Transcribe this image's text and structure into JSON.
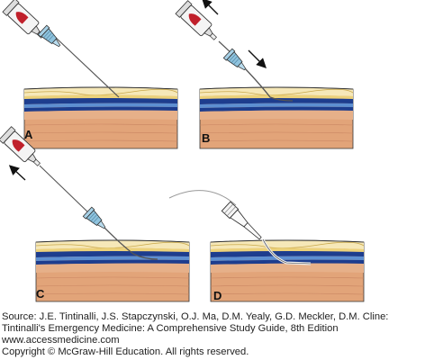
{
  "panels": {
    "a": "A",
    "b": "B",
    "c": "C",
    "d": "D"
  },
  "caption": {
    "source_line": "Source: J.E. Tintinalli, J.S. Stapczynski, O.J. Ma, D.M. Yealy, G.D. Meckler, D.M. Cline:",
    "title_line": "Tintinalli's Emergency Medicine: A Comprehensive Study Guide, 8th Edition",
    "url_line": "www.accessmedicine.com",
    "copyright_line": "Copyright © McGraw-Hill Education.  All rights reserved."
  },
  "colors": {
    "skin_top": "#f1e3b4",
    "fat": "#ecd27a",
    "vessel_dark": "#1d3d8e",
    "vessel_light": "#4f7ec8",
    "muscle": "#e2a479",
    "muscle_deep": "#d18b62",
    "outline": "#333333",
    "hub_blue": "#8fc3de",
    "blood": "#c0202b"
  },
  "icons": [
    "syringe-icon",
    "needle-icon",
    "catheter-icon",
    "guidewire-icon",
    "arrow-icon"
  ]
}
